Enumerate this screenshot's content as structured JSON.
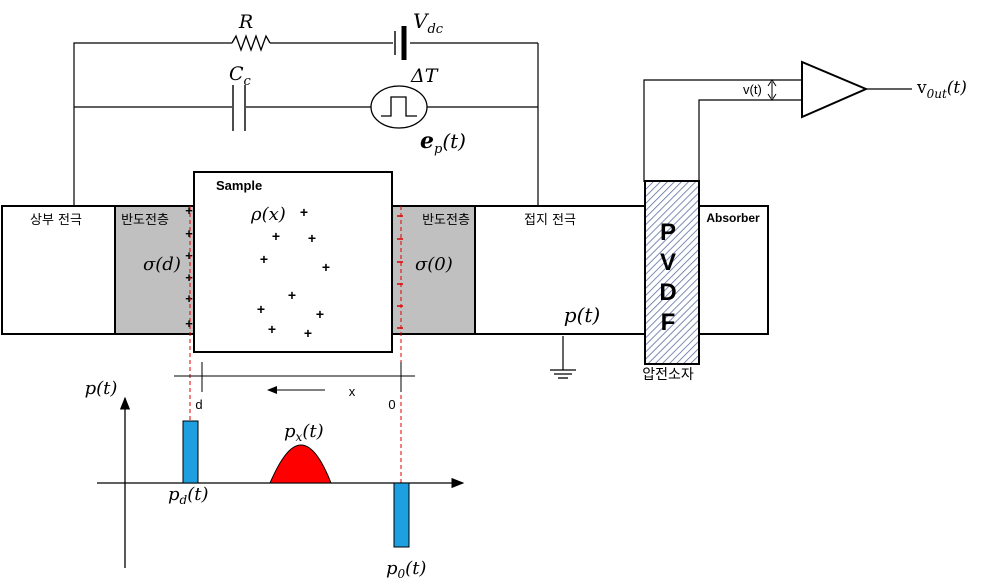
{
  "circuit": {
    "resistor": "R",
    "dc_source": "V",
    "dc_source_sub": "dc",
    "capacitor": "C",
    "capacitor_sub": "c",
    "pulse_label": "ΔT",
    "pulse_signal": "e",
    "pulse_signal_sub": "p",
    "pulse_signal_arg": "(t)"
  },
  "layers": {
    "top_electrode": "상부 전극",
    "semicon_left": "반도전층",
    "sample": "Sample",
    "semicon_right": "반도전층",
    "ground_electrode": "접지 전극",
    "pvdf": [
      "P",
      "V",
      "D",
      "F"
    ],
    "pvdf_caption": "압전소자",
    "absorber": "Absorber"
  },
  "charges": {
    "rho": "ρ(x)",
    "sigma_d": "σ(d)",
    "sigma_0": "σ(0)",
    "pressure_wave": "p(t)"
  },
  "amplifier": {
    "input_label": "v(t)",
    "output_label": "v",
    "output_sub": "0ut",
    "output_arg": "(t)"
  },
  "axis": {
    "d_label": "d",
    "x_label": "x",
    "zero_label": "0"
  },
  "plot": {
    "y_label": "p(t)",
    "peak_left": "p",
    "peak_left_sub": "d",
    "peak_mid": "p",
    "peak_mid_sub": "x",
    "peak_right": "p",
    "peak_right_sub": "0",
    "arg": "(t)"
  },
  "colors": {
    "semicon_fill": "#c0c0c0",
    "peak_bar": "#1e9fe0",
    "peak_mid": "#ff0000",
    "dashed_line": "#e00000",
    "line": "#000000"
  }
}
